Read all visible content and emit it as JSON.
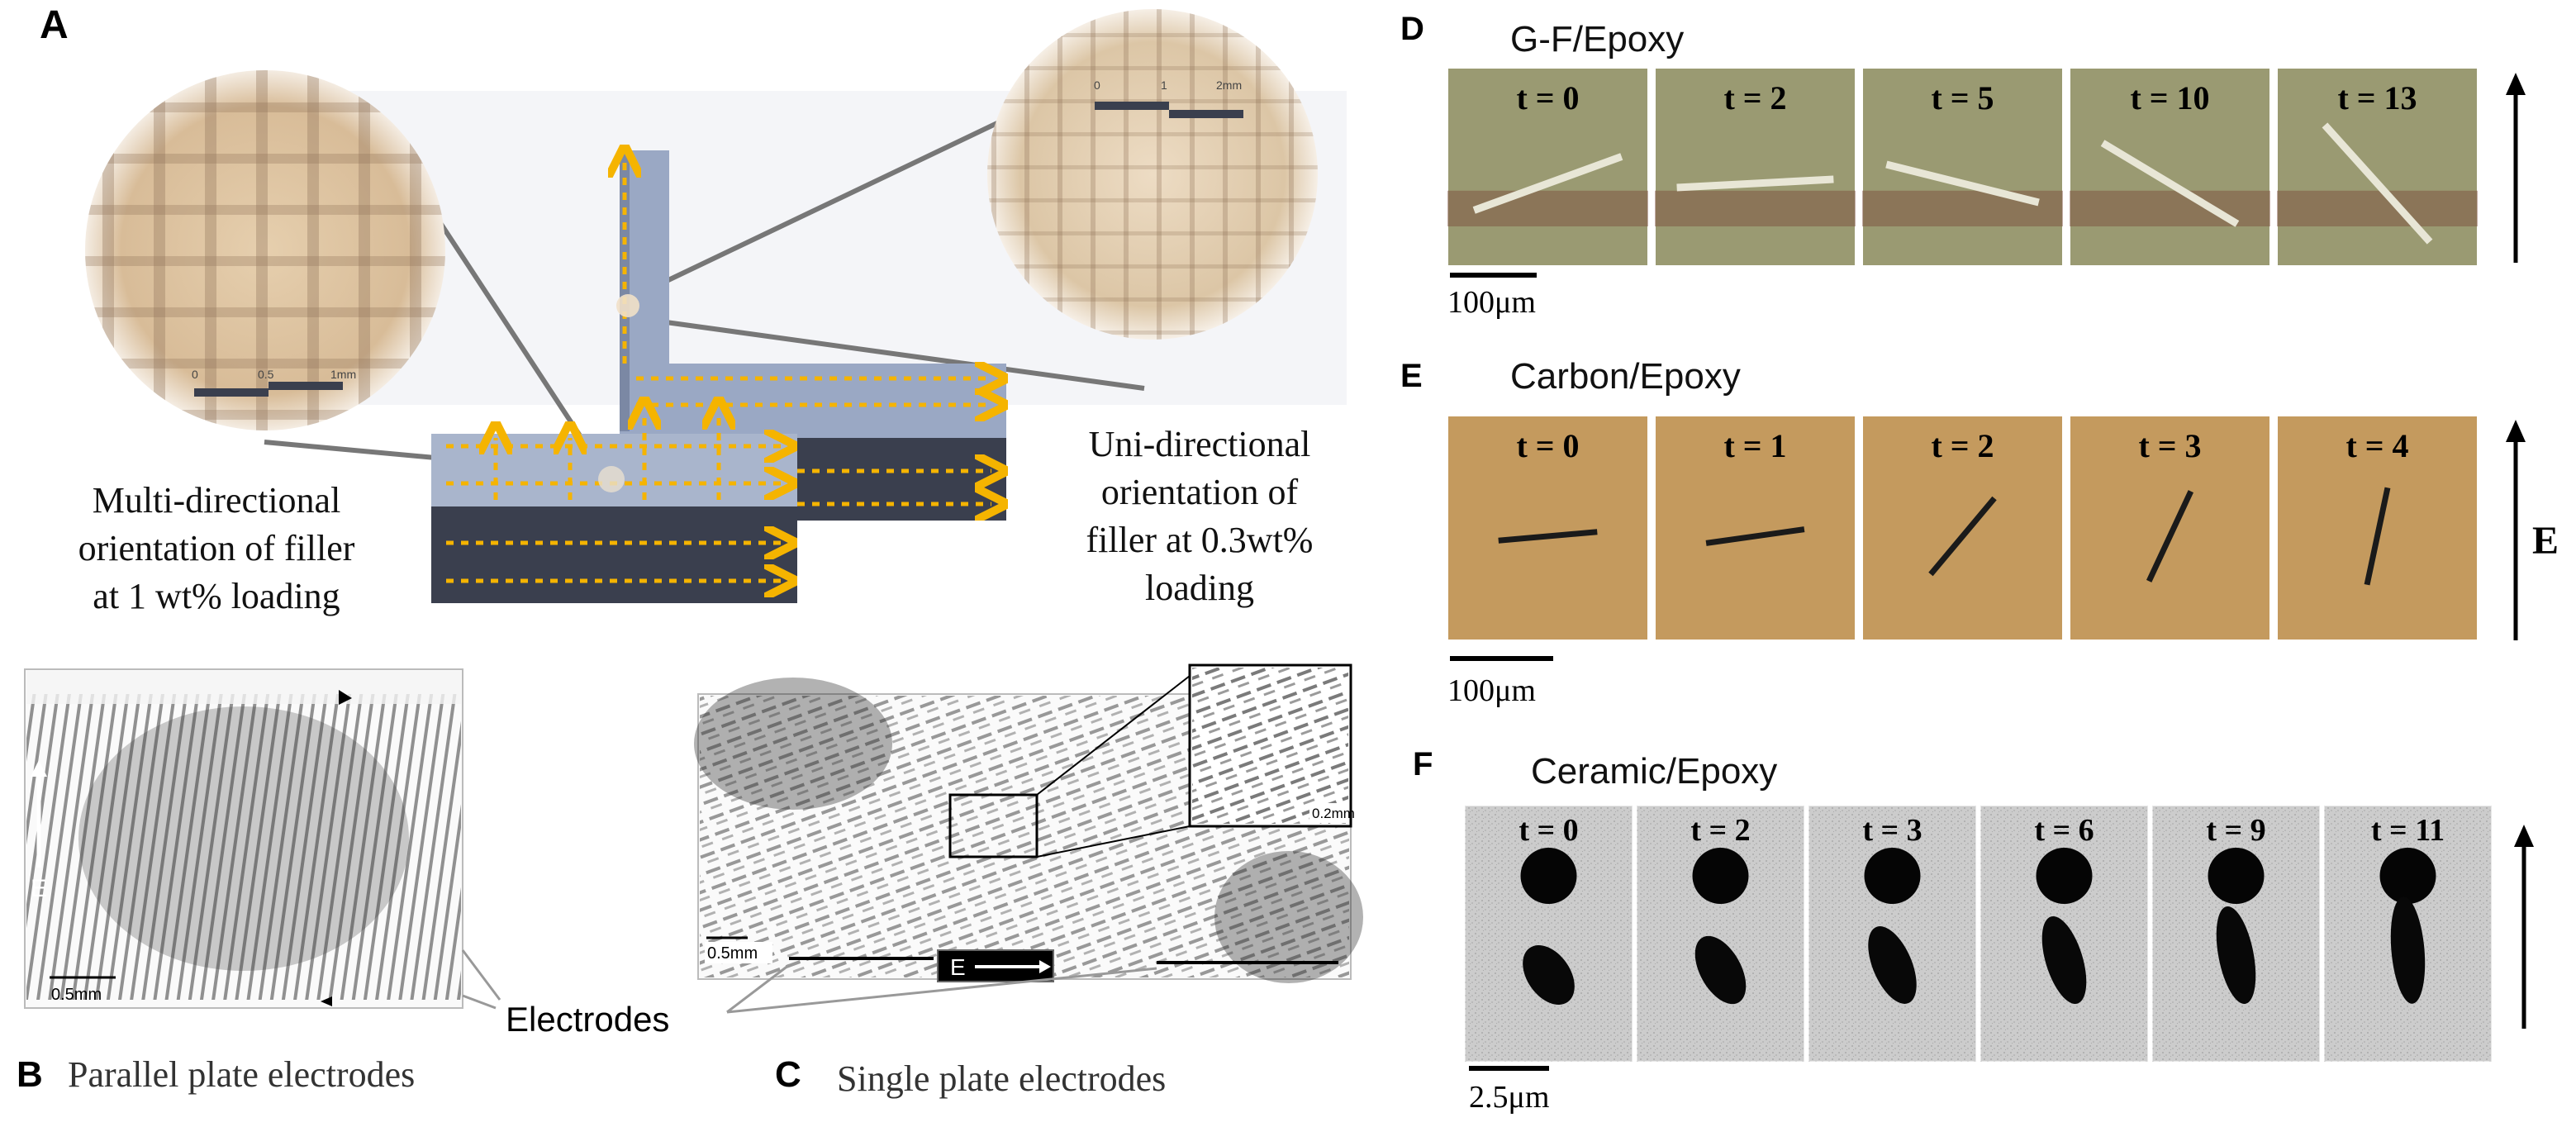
{
  "panels": {
    "A": {
      "letter": "A",
      "left_caption": [
        "Multi-directional",
        "orientation of filler",
        "at 1 wt% loading"
      ],
      "right_caption": [
        "Uni-directional",
        "orientation of",
        "filler at 0.3wt%",
        "loading"
      ],
      "left_scale": [
        "0",
        "0.5",
        "1mm"
      ],
      "right_scale": [
        "0",
        "1",
        "2mm"
      ]
    },
    "B": {
      "letter": "B",
      "caption": "Parallel plate electrodes",
      "field_label": "E",
      "scale": "0.5mm"
    },
    "C": {
      "letter": "C",
      "caption": "Single plate electrodes",
      "scale": "0.5mm",
      "inset_scale": "0.2mm"
    },
    "electrodes_label": "Electrodes",
    "D": {
      "letter": "D",
      "title": "G-F/Epoxy",
      "frames": [
        "t = 0",
        "t = 2",
        "t = 5",
        "t = 10",
        "t = 13"
      ],
      "scale": "100μm"
    },
    "E": {
      "letter": "E",
      "title": "Carbon/Epoxy",
      "frames": [
        "t = 0",
        "t = 1",
        "t = 2",
        "t = 3",
        "t = 4"
      ],
      "scale": "100μm",
      "field_label": "E"
    },
    "F": {
      "letter": "F",
      "title": "Ceramic/Epoxy",
      "frames": [
        "t = 0",
        "t = 2",
        "t = 3",
        "t = 6",
        "t = 9",
        "t = 11"
      ],
      "scale": "2.5μm"
    }
  },
  "colors": {
    "arrow_yellow": "#f5b400",
    "part_top": "#9aa8c4",
    "part_side": "#3a3f4e",
    "circle_bg": "#e3c9a8",
    "g_frame": "#9a9a72",
    "carbon_frame": "#c49a5e",
    "ceramic_frame": "#c9c9c9"
  }
}
